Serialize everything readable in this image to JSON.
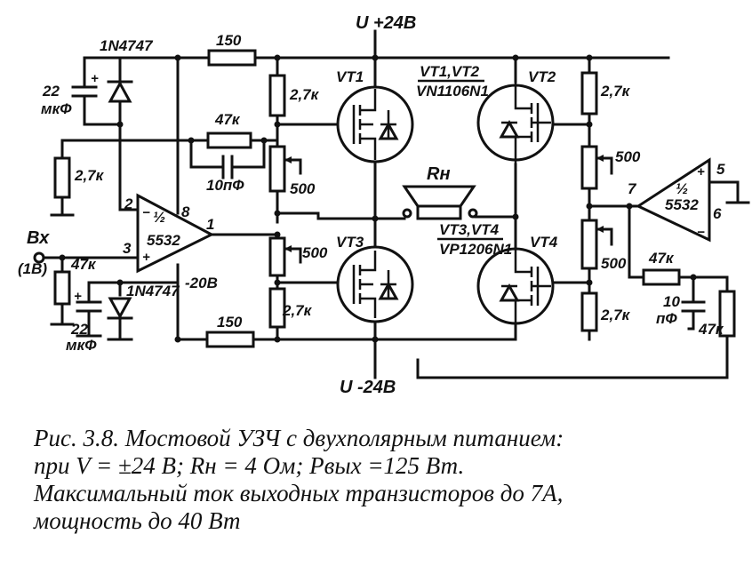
{
  "labels": {
    "vplus": "U  +24В",
    "vminus": "U  -24В",
    "d_top": "1N4747",
    "d_bot": "1N4747",
    "c_top_value": "22",
    "c_top_unit": "мкФ",
    "c_bot_value": "22",
    "c_bot_unit": "мкФ",
    "r_top_150": "150",
    "r_bot_150": "150",
    "r_left_27k": "2,7к",
    "r_fb_47k": "47к",
    "c_fb_10p": "10пФ",
    "r_in_47k": "47к",
    "input_bx": "Вх",
    "input_1v": "(1В)",
    "opamp1_pin2": "2",
    "opamp1_pin3": "3",
    "opamp1_pin8": "8",
    "opamp1_pin1": "1",
    "opamp1_half": "½",
    "opamp1_part": "5532",
    "opamp1_m20": "-20В",
    "r_gate_top_27k": "2,7к",
    "pot_left_top": "500",
    "pot_left_bot": "500",
    "r_gate_bot_27k": "2,7к",
    "vt1": "VT1",
    "vt2": "VT2",
    "vt3": "VT3",
    "vt4": "VT4",
    "vt12_pair": "VT1,VT2",
    "vt12_part": "VN1106N1",
    "vt34_pair": "VT3,VT4",
    "vt34_part": "VP1206N1",
    "rload": "Rн",
    "r_right_top_27k": "2,7к",
    "pot_right_top": "500",
    "pot_right_bot": "500",
    "r_right_bot_27k": "2,7к",
    "opamp2_pin5": "5",
    "opamp2_pin6": "6",
    "opamp2_pin7": "7",
    "opamp2_half": "½",
    "opamp2_part": "5532",
    "r_fb2_47k": "47к",
    "c_fb2_value": "10",
    "c_fb2_unit": "пФ",
    "r_fb2b_47k": "47к"
  },
  "caption": {
    "line1": "Рис. 3.8. Мостовой УЗЧ с двухполярным питанием:",
    "line2": "при V = ±24 В; Rн = 4 Ом; Рвых =125 Вт.",
    "line3": "Максимальный ток выходных транзисторов до 7А,",
    "line4": "мощность до 40 Вт"
  }
}
